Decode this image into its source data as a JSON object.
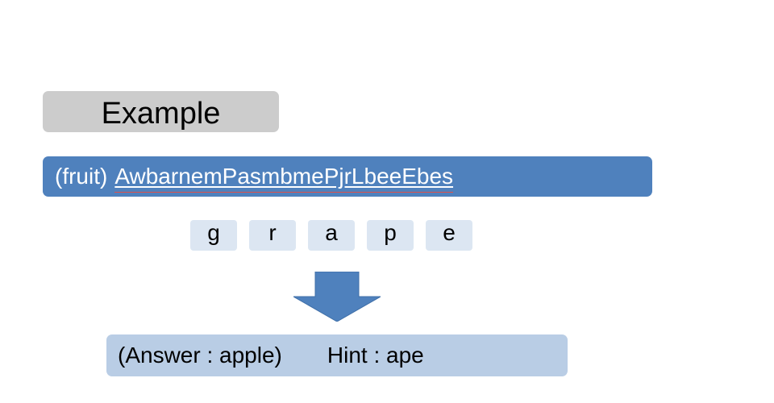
{
  "slide": {
    "title": "Example",
    "puzzle": {
      "category": "(fruit)",
      "scrambled": "AwbarnemPasmbmePjrLbeeEbes"
    },
    "tiles": [
      "g",
      "r",
      "a",
      "p",
      "e"
    ],
    "arrow_icon": "down-arrow-icon",
    "answer": "(Answer : apple)",
    "hint": "Hint : ape"
  },
  "colors": {
    "title_box": "#cccccc",
    "puzzle_bar": "#4f81bd",
    "tile": "#dce6f2",
    "arrow": "#4f81bd",
    "answer_box": "#b9cde5"
  }
}
